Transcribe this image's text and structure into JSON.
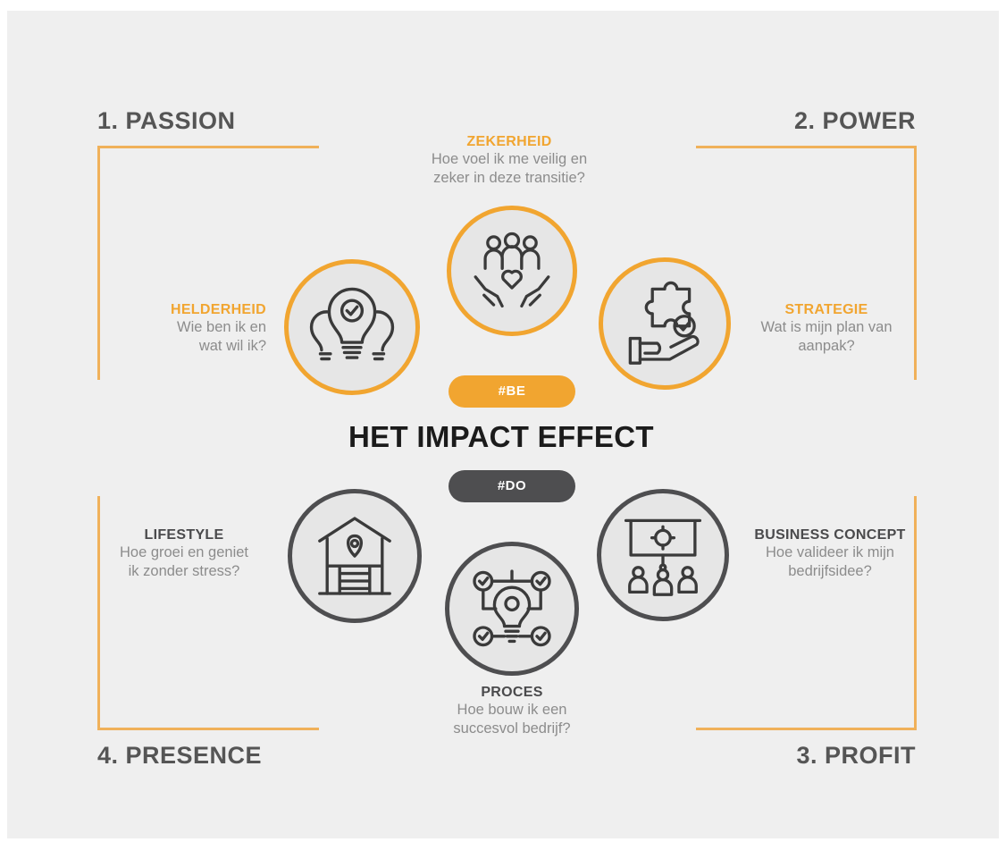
{
  "stages": {
    "passion": "1. PASSION",
    "power": "2. POWER",
    "profit": "3. PROFIT",
    "presence": "4. PRESENCE"
  },
  "center": {
    "title": "HET IMPACT EFFECT",
    "be_tag": "#BE",
    "do_tag": "#DO"
  },
  "topics": {
    "zekerheid": {
      "title": "ZEKERHEID",
      "desc": "Hoe voel ik me veilig en\nzeker in deze transitie?",
      "icon": "team-care-hands-icon"
    },
    "helderheid": {
      "title": "HELDERHEID",
      "desc": "Wie ben ik en\nwat wil ik?",
      "icon": "lightbulbs-check-icon"
    },
    "strategie": {
      "title": "STRATEGIE",
      "desc": "Wat is mijn plan van\naanpak?",
      "icon": "puzzle-hand-icon"
    },
    "lifestyle": {
      "title": "LIFESTYLE",
      "desc": "Hoe groei en geniet\nik zonder stress?",
      "icon": "house-location-icon"
    },
    "business_concept": {
      "title": "BUSINESS CONCEPT",
      "desc": "Hoe valideer ik mijn\nbedrijfsidee?",
      "icon": "presentation-team-icon"
    },
    "proces": {
      "title": "PROCES",
      "desc": "Hoe bouw ik een\nsuccesvol bedrijf?",
      "icon": "process-bulb-icon"
    }
  },
  "colors": {
    "accent": "#f1a530",
    "dark": "#4e4e50",
    "frame": "#f0b15a",
    "background": "#efefef"
  }
}
